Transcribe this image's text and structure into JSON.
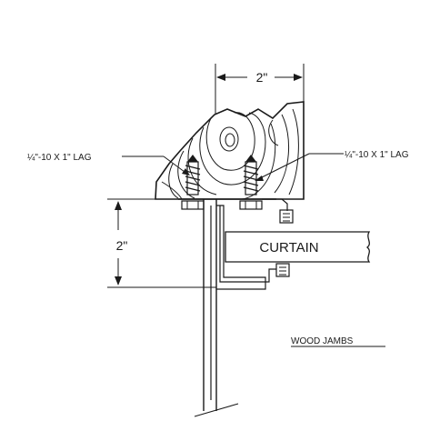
{
  "drawing": {
    "dimension_top": "2\"",
    "dimension_left": "2\"",
    "lag_label_left": "¼\"-10 X 1\" LAG",
    "lag_label_right": "¼\"-10 X 1\" LAG",
    "curtain_label": "CURTAIN",
    "title": "WOOD JAMBS"
  },
  "colors": {
    "ink": "#1a1a1a",
    "background": "#ffffff"
  }
}
